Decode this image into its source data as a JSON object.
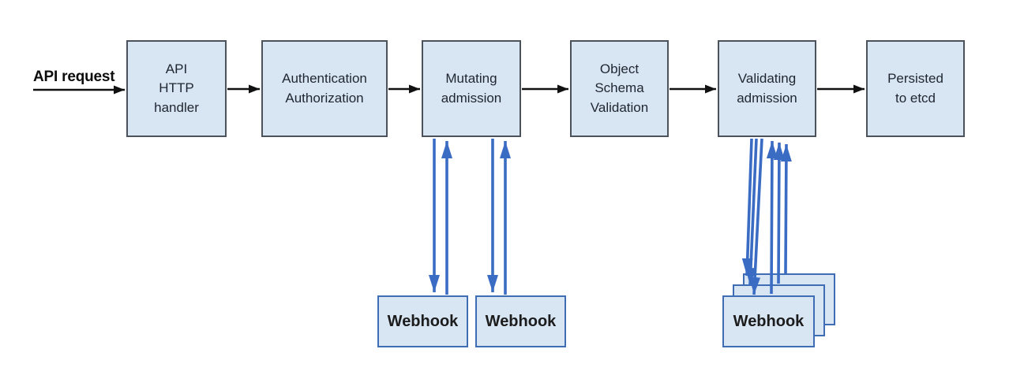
{
  "flow": {
    "request_label": "API request",
    "boxes": [
      {
        "id": "api-http-handler",
        "lines": [
          "API",
          "HTTP",
          "handler"
        ]
      },
      {
        "id": "authentication-authorization",
        "lines": [
          "Authentication",
          "Authorization"
        ]
      },
      {
        "id": "mutating-admission",
        "lines": [
          "Mutating",
          "admission"
        ]
      },
      {
        "id": "object-schema-validation",
        "lines": [
          "Object",
          "Schema",
          "Validation"
        ]
      },
      {
        "id": "validating-admission",
        "lines": [
          "Validating",
          "admission"
        ]
      },
      {
        "id": "persisted-to-etcd",
        "lines": [
          "Persisted",
          "to etcd"
        ]
      }
    ],
    "mutating_webhooks": [
      {
        "label": "Webhook"
      },
      {
        "label": "Webhook"
      }
    ],
    "validating_webhooks": {
      "label": "Webhook",
      "stack_count": 3
    },
    "edges": [
      "API request -> API HTTP handler",
      "API HTTP handler -> Authentication Authorization",
      "Authentication Authorization -> Mutating admission",
      "Mutating admission -> Object Schema Validation",
      "Object Schema Validation -> Validating admission",
      "Validating admission -> Persisted to etcd",
      "Mutating admission <-> Webhook (x2)",
      "Validating admission <-> Webhook stack (x3)"
    ],
    "colors": {
      "box_fill": "#d8e5f3",
      "stage_box_border": "#4c525b",
      "webhook_box_border": "#3e6cb5",
      "flow_arrow_black": "#111111",
      "webhook_arrow_blue": "#3a6cc4",
      "background": "#ffffff"
    }
  }
}
